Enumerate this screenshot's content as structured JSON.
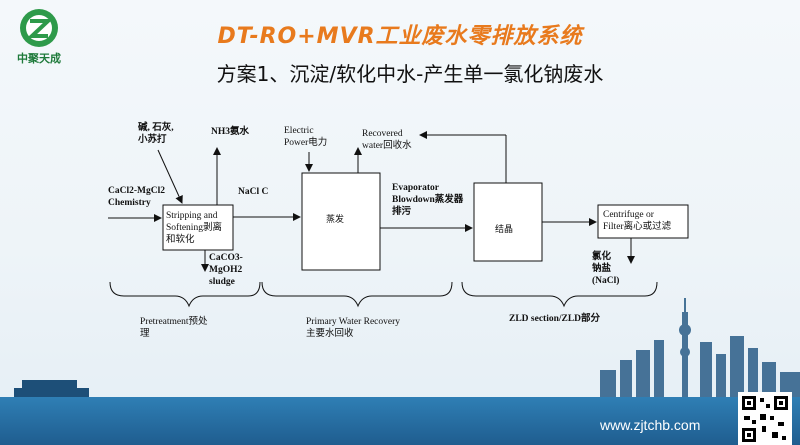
{
  "header": {
    "logo_text": "中聚天成",
    "title": "DT-RO+MVR工业废水零排放系统",
    "subtitle": "方案1、沉淀/软化中水-产生单一氯化钠废水"
  },
  "diagram": {
    "inputs": {
      "chemicals": [
        "碱, 石灰,",
        "小苏打"
      ],
      "nh3": "NH3氨水",
      "feed": [
        "CaCl2-MgCl2",
        "Chemistry"
      ],
      "nacl_c": "NaCl C",
      "electric": [
        "Electric",
        "Power电力"
      ],
      "recovered": [
        "Recovered",
        "water回收水"
      ],
      "blowdown": [
        "Evaporator",
        "Blowdown蒸发器",
        "排污"
      ],
      "sludge": [
        "CaCO3-",
        "MgOH2",
        "sludge"
      ],
      "salt": [
        "氯化",
        "钠盐",
        "(NaCl)"
      ]
    },
    "boxes": {
      "stripping": [
        "Stripping and",
        "Softening剥离",
        "和软化"
      ],
      "evaporation": "蒸发",
      "crystallization": "结晶",
      "centrifuge": [
        "Centrifuge or",
        "Filter离心或过滤"
      ]
    },
    "sections": {
      "pretreatment": [
        "Pretreatment预处",
        "理"
      ],
      "primary": [
        "Primary Water Recovery",
        "主要水回收"
      ],
      "zld": "ZLD section/ZLD部分"
    }
  },
  "footer": {
    "url": "www.zjtchb.com"
  }
}
